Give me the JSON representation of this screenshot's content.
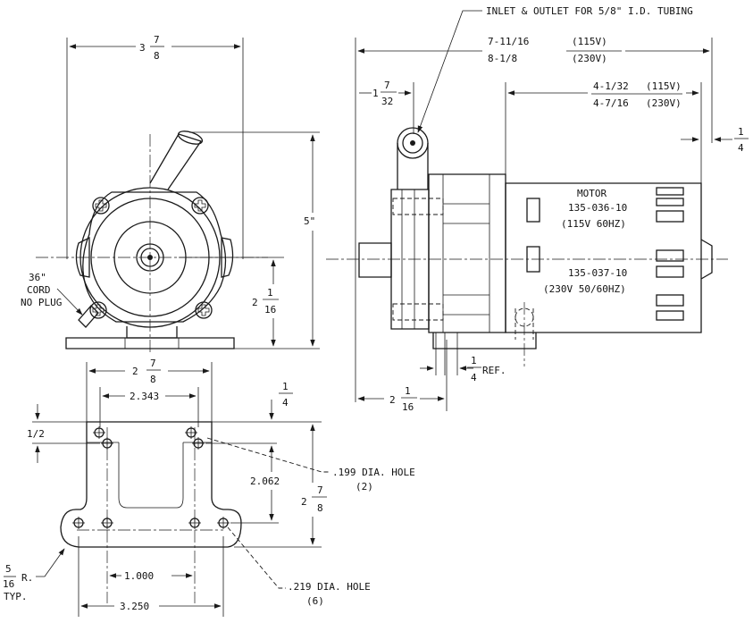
{
  "callouts": {
    "tubing": "INLET & OUTLET FOR 5/8\" I.D. TUBING",
    "cord_1": "36\"",
    "cord_2": "CORD",
    "cord_3": "NO PLUG",
    "hole_199": ".199 DIA. HOLE",
    "hole_199_qty": "(2)",
    "hole_219": ".219 DIA. HOLE",
    "hole_219_qty": "(6)",
    "radius_suffix": "R.",
    "radius_typ": "TYP."
  },
  "front_view": {
    "width_whole": "3",
    "width_num": "7",
    "width_den": "8",
    "height": "5\"",
    "axis_whole": "2",
    "axis_num": "1",
    "axis_den": "16"
  },
  "side_view": {
    "overall_a": "7-11/16",
    "overall_a_note": "(115V)",
    "overall_b": "8-1/8",
    "overall_b_note": "(230V)",
    "motor_a": "4-1/32",
    "motor_a_note": "(115V)",
    "motor_b": "4-7/16",
    "motor_b_note": "(230V)",
    "inlet_offset_whole": "1",
    "inlet_offset_num": "7",
    "inlet_offset_den": "32",
    "shaft_num": "1",
    "shaft_den": "4",
    "motor_label": "MOTOR",
    "motor_115_part": "135-036-10",
    "motor_115_spec": "(115V 60HZ)",
    "motor_230_part": "135-037-10",
    "motor_230_spec": "(230V 50/60HZ)",
    "base_offset_whole": "2",
    "base_offset_num": "1",
    "base_offset_den": "16",
    "foot_num": "1",
    "foot_den": "4",
    "foot_ref": "REF."
  },
  "base_view": {
    "top_whole": "2",
    "top_num": "7",
    "top_den": "8",
    "hole_spacing_top": "2.343",
    "edge_num": "1",
    "edge_den": "4",
    "half": "1/2",
    "depth": "2.062",
    "height_whole": "2",
    "height_num": "7",
    "height_den": "8",
    "radius_num": "5",
    "radius_den": "16",
    "spacing_inner": "1.000",
    "spacing_outer": "3.250"
  }
}
